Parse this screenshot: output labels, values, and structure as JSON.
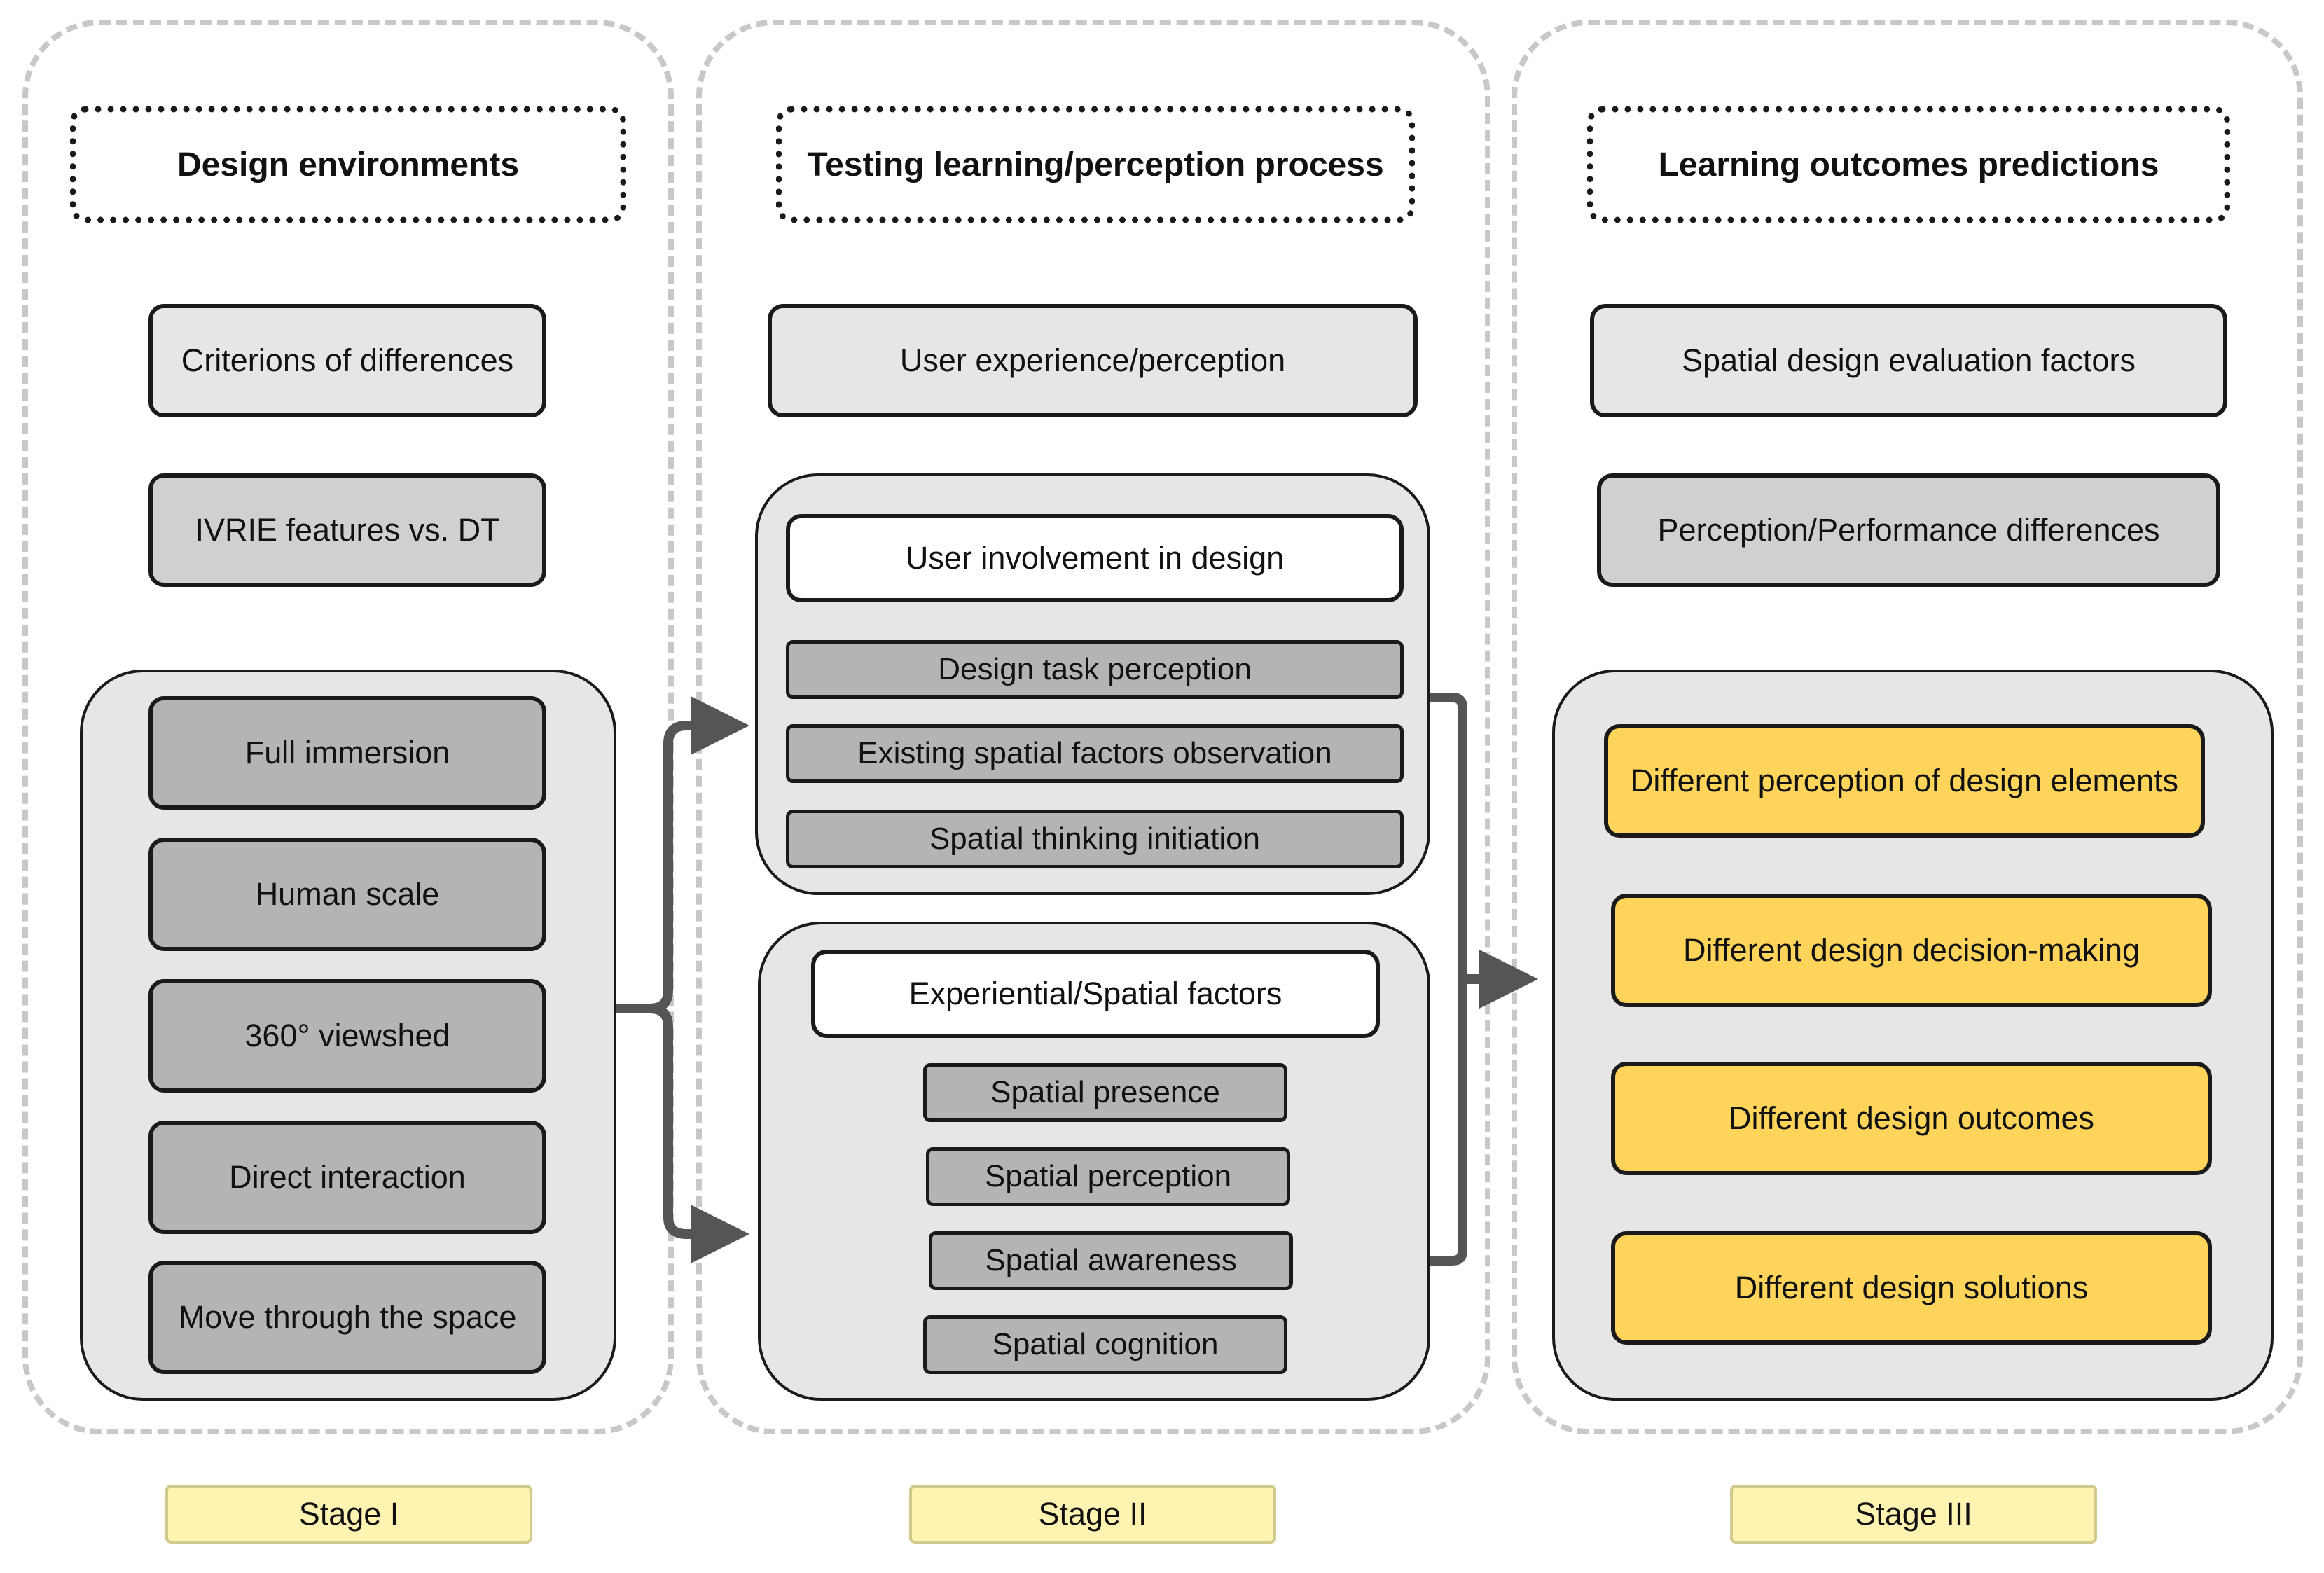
{
  "stages": [
    {
      "header": "Design environments",
      "boxes": [
        "Criterions of differences",
        "IVRIE features vs. DT"
      ],
      "group": [
        "Full immersion",
        "Human scale",
        "360° viewshed",
        "Direct interaction",
        "Move through the space"
      ],
      "label": "Stage I"
    },
    {
      "header": "Testing learning/perception process",
      "boxes": [
        "User experience/perception"
      ],
      "group1": {
        "title": "User involvement in design",
        "items": [
          "Design task perception",
          "Existing spatial factors observation",
          "Spatial thinking initiation"
        ]
      },
      "group2": {
        "title": "Experiential/Spatial factors",
        "items": [
          "Spatial presence",
          "Spatial perception",
          "Spatial awareness",
          "Spatial cognition"
        ]
      },
      "label": "Stage II"
    },
    {
      "header": "Learning outcomes predictions",
      "boxes": [
        "Spatial design evaluation factors",
        "Perception/Performance differences"
      ],
      "group": [
        "Different perception of design elements",
        "Different design decision-making",
        "Different design outcomes",
        "Different design solutions"
      ],
      "label": "Stage III"
    }
  ],
  "colors": {
    "panel_border": "#c8c8c8",
    "box_light": "#e6e6e6",
    "box_dark": "#b4b4b4",
    "highlight": "#fed45a",
    "stage_label": "#fff3b2",
    "arrow": "#555555"
  }
}
